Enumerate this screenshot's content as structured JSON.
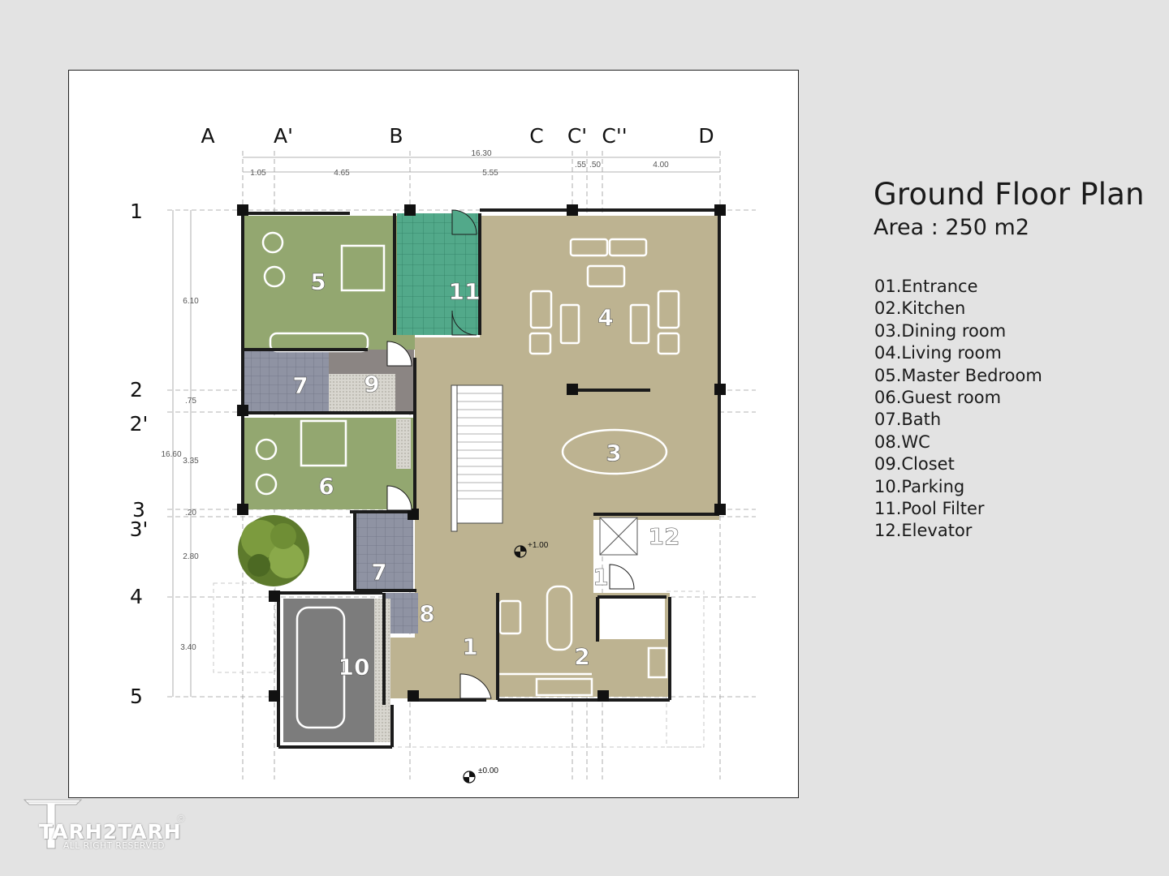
{
  "title": "Ground Floor Plan",
  "area": "Area : 250 m2",
  "legend": [
    "01.Entrance",
    "02.Kitchen",
    "03.Dining room",
    "04.Living room",
    "05.Master Bedroom",
    "06.Guest room",
    "07.Bath",
    "08.WC",
    "09.Closet",
    "10.Parking",
    "11.Pool Filter",
    "12.Elevator"
  ],
  "grid_columns": [
    "A",
    "A'",
    "B",
    "C",
    "C'",
    "C''",
    "D"
  ],
  "grid_rows": [
    "1",
    "2",
    "2'",
    "3",
    "3'",
    "4",
    "5"
  ],
  "dimensions_top": {
    "overall": "16.30",
    "segments": [
      "1.05",
      "4.65",
      "5.55",
      ".55",
      ".50",
      "4.00"
    ]
  },
  "dimensions_left": {
    "overall": "16.60",
    "segments": [
      "6.10",
      ".75",
      "3.35",
      ".20",
      "2.80",
      "3.40"
    ]
  },
  "room_numbers": {
    "living": "4",
    "master": "5",
    "pool_filter": "11",
    "bath_upper": "7",
    "closet": "9",
    "dining": "3",
    "guest": "6",
    "elevator": "12",
    "entrance_right": "1",
    "bath_lower": "7",
    "wc": "8",
    "entrance": "1",
    "kitchen": "2",
    "parking": "10"
  },
  "levels": [
    "+1.00",
    "±0.00"
  ],
  "logo": {
    "text": "TARH2TARH",
    "sub": "ALL RIGHT RESERVED",
    "copyright": "©"
  },
  "colors": {
    "background": "#e3e3e3",
    "living_floor": "#bdb391",
    "bedroom_floor": "#93a770",
    "pool_filter_floor": "#52a98a",
    "bath_tile": "#8f93a3",
    "closet_floor": "#8b8583",
    "parking_floor": "#7c7c7c"
  }
}
